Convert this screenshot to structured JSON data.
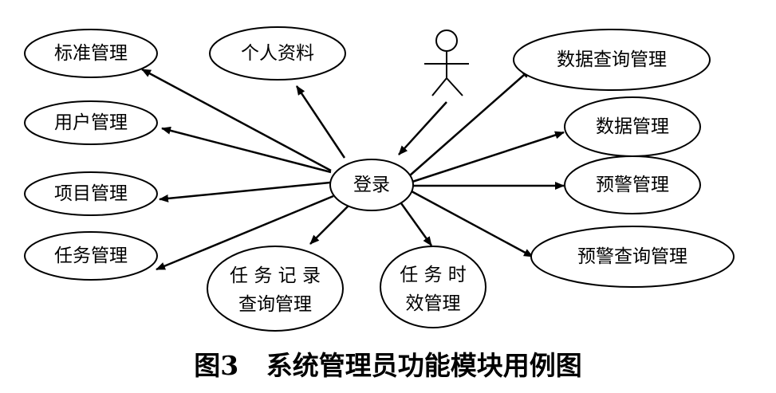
{
  "actor": {
    "icon": "stick-figure-icon"
  },
  "center": {
    "label": "登录"
  },
  "nodes": [
    {
      "id": "standard-management",
      "lines": [
        "标准管理"
      ]
    },
    {
      "id": "personal-info",
      "lines": [
        "个人资料"
      ]
    },
    {
      "id": "user-management",
      "lines": [
        "用户管理"
      ]
    },
    {
      "id": "project-management",
      "lines": [
        "项目管理"
      ]
    },
    {
      "id": "task-management",
      "lines": [
        "任务管理"
      ]
    },
    {
      "id": "task-record-query",
      "lines": [
        "任 务 记 录",
        "查询管理"
      ]
    },
    {
      "id": "task-timeliness",
      "lines": [
        "任 务 时",
        "效管理"
      ]
    },
    {
      "id": "data-query-management",
      "lines": [
        "数据查询管理"
      ]
    },
    {
      "id": "data-management",
      "lines": [
        "数据管理"
      ]
    },
    {
      "id": "warning-management",
      "lines": [
        "预警管理"
      ]
    },
    {
      "id": "warning-query-management",
      "lines": [
        "预警查询管理"
      ]
    }
  ],
  "caption": {
    "figure": "图3",
    "title": "系统管理员功能模块用例图"
  }
}
